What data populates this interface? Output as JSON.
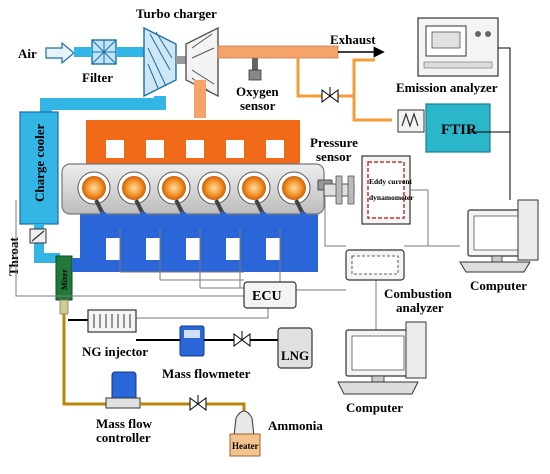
{
  "diagram": {
    "labels": {
      "turbo_charger": "Turbo charger",
      "air": "Air",
      "filter": "Filter",
      "exhaust": "Exhaust",
      "oxygen_sensor_l1": "Oxygen",
      "oxygen_sensor_l2": "sensor",
      "emission_analyzer": "Emission analyzer",
      "ftir": "FTIR",
      "charge_cooler": "Charge cooler",
      "pressure_sensor_l1": "Pressure",
      "pressure_sensor_l2": "sensor",
      "eddy_l1": "Eddy current",
      "eddy_l2": "dynamometer",
      "throat": "Throat",
      "mixer": "Mixer",
      "ecu": "ECU",
      "combustion_analyzer_l1": "Combustion",
      "combustion_analyzer_l2": "analyzer",
      "computer_top": "Computer",
      "computer_bottom": "Computer",
      "ng_injector": "NG injector",
      "mass_flowmeter": "Mass flowmeter",
      "lng": "LNG",
      "mass_flow_controller_l1": "Mass flow",
      "mass_flow_controller_l2": "controller",
      "ammonia": "Ammonia",
      "heater": "Heater"
    },
    "colors": {
      "air_pipe": "#33b5e5",
      "exhaust_pipe": "#f5a26b",
      "sample_line": "#f39c3a",
      "manifold": "#f06a1a",
      "coolant_block": "#2a66d8",
      "engine_body": "#d9d9d9",
      "cylinder_glow": "#f08a1c",
      "ftir_box": "#2bb7c9",
      "mixer": "#1f7a3a",
      "ammonia_line": "#b8860b",
      "ng_line": "#1a1a1a"
    }
  }
}
